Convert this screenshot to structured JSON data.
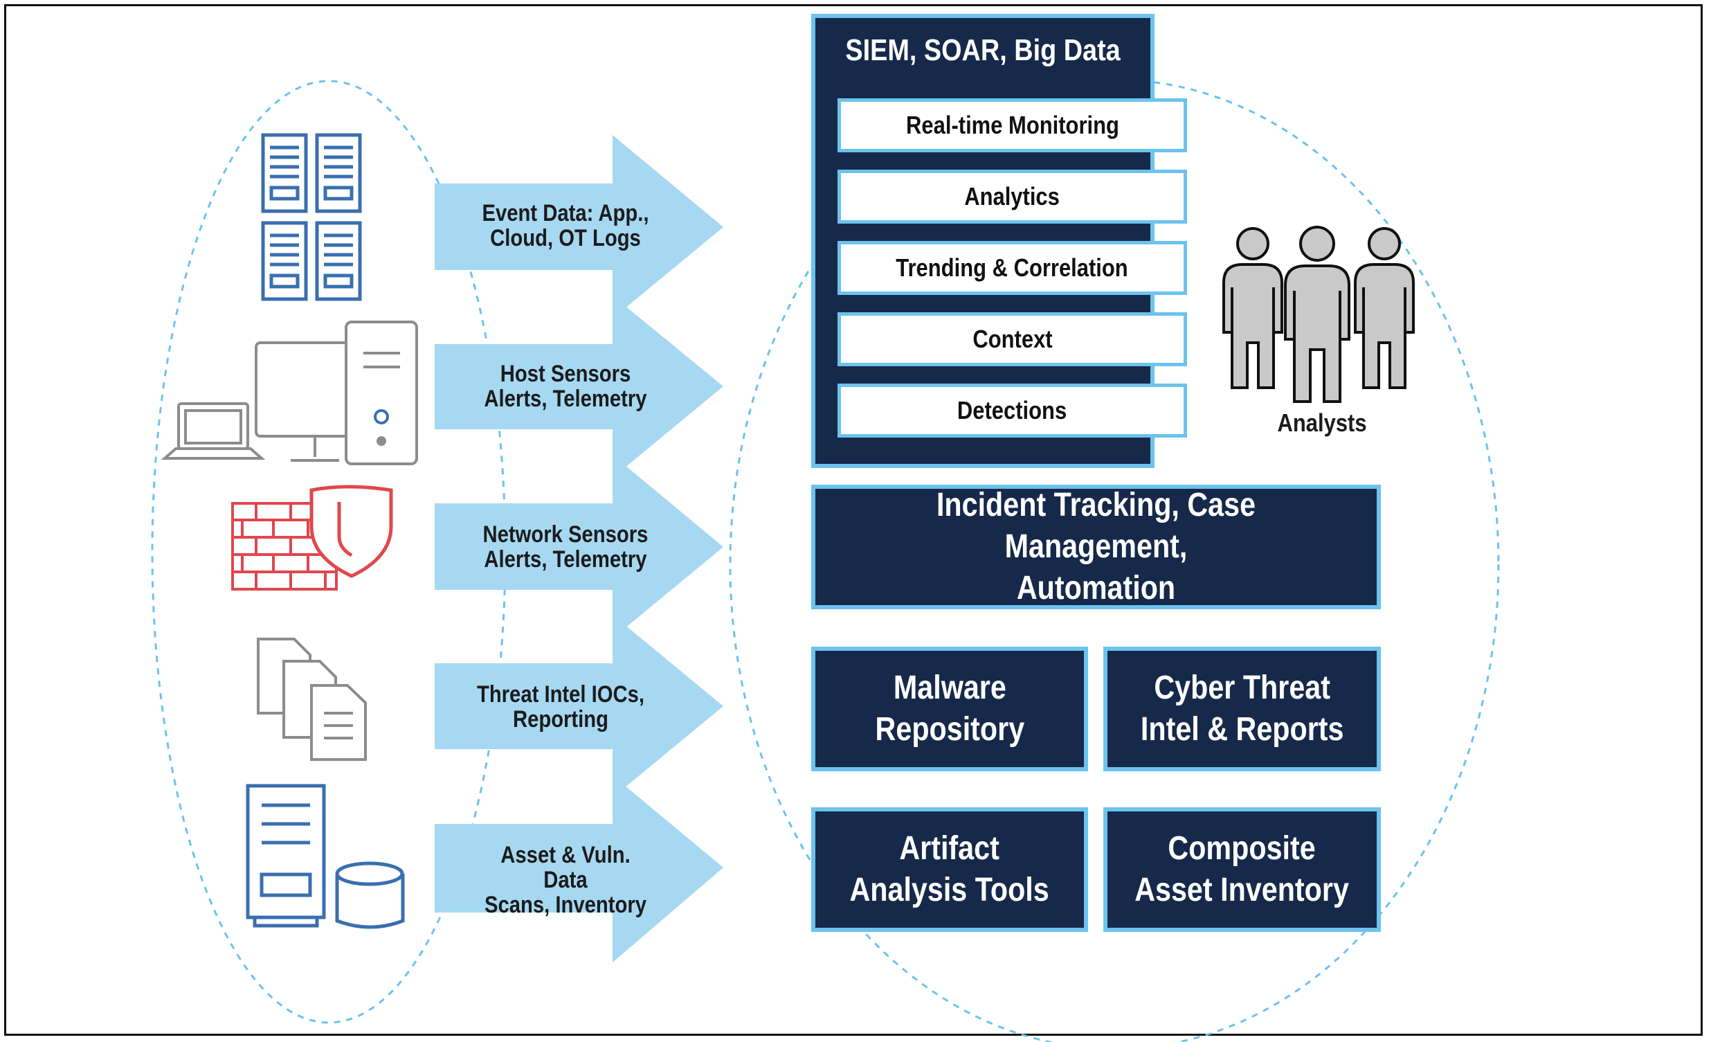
{
  "arrows": [
    {
      "label": "Event Data: App.,\nCloud, OT Logs"
    },
    {
      "label": "Host Sensors\nAlerts, Telemetry"
    },
    {
      "label": "Network Sensors\nAlerts, Telemetry"
    },
    {
      "label": "Threat Intel IOCs,\nReporting"
    },
    {
      "label": "Asset & Vuln. Data\nScans, Inventory"
    }
  ],
  "siem": {
    "title": "SIEM, SOAR, Big Data",
    "items": [
      "Real-time Monitoring",
      "Analytics",
      "Trending & Correlation",
      "Context",
      "Detections"
    ]
  },
  "analysts": {
    "label": "Analysts"
  },
  "boxes": {
    "incident": "Incident Tracking, Case Management,\nAutomation",
    "malware": "Malware\nRepository",
    "cti": "Cyber Threat\nIntel & Reports",
    "artifact": "Artifact\nAnalysis Tools",
    "composite": "Composite\nAsset Inventory"
  },
  "colors": {
    "navy": "#16294a",
    "light_blue": "#6cc3ee",
    "arrow_blue": "#a6d8f2",
    "icon_blue": "#3a6fb0",
    "firewall_red": "#e0474c",
    "grey": "#8c8c8c"
  },
  "icons": [
    "server-rack-icon",
    "laptop-icon",
    "desktop-monitor-icon",
    "pc-tower-icon",
    "firewall-icon",
    "shield-icon",
    "documents-icon",
    "server-icon",
    "database-icon",
    "people-icon"
  ]
}
